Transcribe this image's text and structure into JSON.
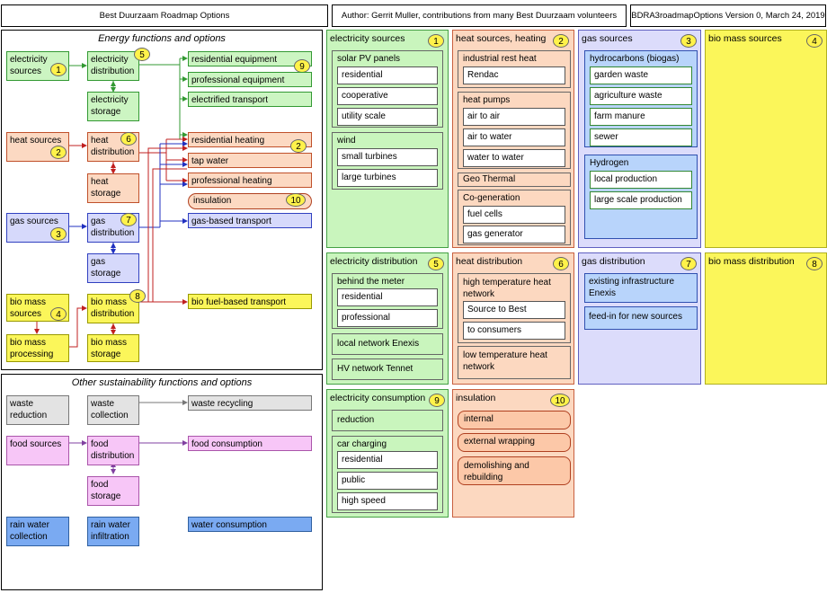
{
  "header": {
    "title": "Best Duurzaam Roadmap Options",
    "author": "Author: Gerrit Muller, contributions from many Best Duurzaam volunteers",
    "version": "BDRA3roadmapOptions Version 0, March 24, 2019"
  },
  "energy": {
    "title": "Energy functions and options",
    "electricity_sources": "electricity sources",
    "electricity_distribution": "electricity distribution",
    "electricity_storage": "electricity storage",
    "heat_sources": "heat sources",
    "heat_distribution": "heat distribution",
    "heat_storage": "heat storage",
    "gas_sources": "gas sources",
    "gas_distribution": "gas distribution",
    "gas_storage": "gas storage",
    "bio_sources": "bio mass sources",
    "bio_processing": "bio mass processing",
    "bio_distribution": "bio mass distribution",
    "bio_storage": "bio mass storage",
    "residential_equipment": "residential equipment",
    "professional_equipment": "professional equipment",
    "electrified_transport": "electrified transport",
    "residential_heating": "residential heating",
    "tap_water": "tap water",
    "professional_heating": "professional heating",
    "insulation": "insulation",
    "gas_transport": "gas-based transport",
    "bio_transport": "bio fuel-based transport",
    "badges": {
      "b1": "1",
      "b5": "5",
      "b9": "9",
      "b2a": "2",
      "b6": "6",
      "b2b": "2",
      "b10": "10",
      "b3": "3",
      "b7": "7",
      "b4": "4",
      "b8": "8"
    }
  },
  "other": {
    "title": "Other sustainability functions and options",
    "waste_reduction": "waste reduction",
    "waste_collection": "waste collection",
    "waste_recycling": "waste recycling",
    "food_sources": "food sources",
    "food_distribution": "food distribution",
    "food_storage": "food storage",
    "food_consumption": "food consumption",
    "rain_collection": "rain water collection",
    "rain_infiltration": "rain water infiltration",
    "water_consumption": "water consumption"
  },
  "columns": {
    "elec_sources": {
      "title": "electricity sources",
      "badge": "1",
      "solar": {
        "title": "solar PV panels",
        "items": [
          "residential",
          "cooperative",
          "utility scale"
        ]
      },
      "wind": {
        "title": "wind",
        "items": [
          "small turbines",
          "large turbines"
        ]
      }
    },
    "heat_sources": {
      "title": "heat sources, heating",
      "badge": "2",
      "industrial": {
        "title": "industrial rest heat",
        "items": [
          "Rendac"
        ]
      },
      "pumps": {
        "title": "heat pumps",
        "items": [
          "air to air",
          "air to water",
          "water to water"
        ]
      },
      "geo": "Geo Thermal",
      "cogen": {
        "title": "Co-generation",
        "items": [
          "fuel cells",
          "gas generator"
        ]
      }
    },
    "gas_sources": {
      "title": "gas sources",
      "badge": "3",
      "hydro": {
        "title": "hydrocarbons (biogas)",
        "items": [
          "garden waste",
          "agriculture waste",
          "farm manure",
          "sewer"
        ]
      },
      "hydrogen": {
        "title": "Hydrogen",
        "items": [
          "local production",
          "large scale production"
        ]
      }
    },
    "bio_sources": {
      "title": "bio mass sources",
      "badge": "4"
    },
    "elec_distribution": {
      "title": "electricity distribution",
      "badge": "5",
      "meter": {
        "title": "behind the meter",
        "items": [
          "residential",
          "professional"
        ]
      },
      "local": "local network Enexis",
      "hv": "HV network Tennet"
    },
    "heat_distribution": {
      "title": "heat distribution",
      "badge": "6",
      "high": {
        "title": "high temperature heat network",
        "items": [
          "Source to Best",
          "to consumers"
        ]
      },
      "low": "low temperature heat network"
    },
    "gas_distribution": {
      "title": "gas distribution",
      "badge": "7",
      "existing": "existing infrastructure Enexis",
      "feedin": "feed-in for new sources"
    },
    "bio_distribution": {
      "title": "bio mass distribution",
      "badge": "8"
    },
    "elec_consumption": {
      "title": "electricity consumption",
      "badge": "9",
      "reduction": "reduction",
      "charging": {
        "title": "car charging",
        "items": [
          "residential",
          "public",
          "high speed"
        ]
      }
    },
    "insulation": {
      "title": "insulation",
      "badge": "10",
      "items": [
        "internal",
        "external wrapping",
        "demolishing and rebuilding"
      ]
    }
  }
}
